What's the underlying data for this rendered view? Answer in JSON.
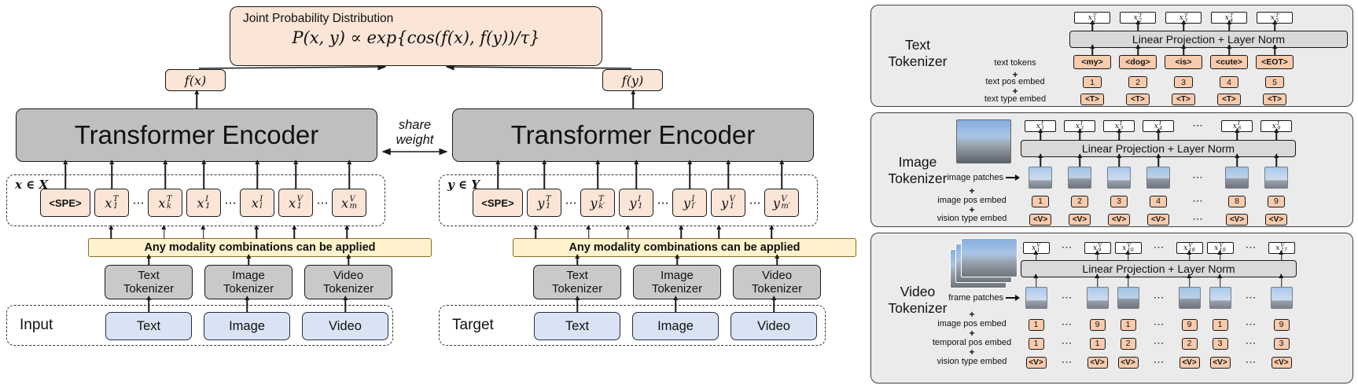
{
  "left_diagram": {
    "joint_box": {
      "title": "Joint Probability Distribution",
      "formula": "P(x, y) ∝ exp{cos(f(x), f(y))/τ}"
    },
    "fx_label": "f(x)",
    "fy_label": "f(y)",
    "encoder_label": "Transformer Encoder",
    "share_weight": {
      "line1": "share",
      "line2": "weight"
    },
    "note": "Any modality combinations can be applied",
    "tokenizer_boxes": [
      {
        "k": "tkz",
        "line1": "Text",
        "line2": "Tokenizer"
      },
      {
        "k": "tkz",
        "line1": "Image",
        "line2": "Tokenizer"
      },
      {
        "k": "tkz",
        "line1": "Video",
        "line2": "Tokenizer"
      }
    ],
    "modality_boxes": [
      {
        "k": "box",
        "t": "Text"
      },
      {
        "k": "box",
        "t": "Image"
      },
      {
        "k": "box",
        "t": "Video"
      }
    ],
    "input_stream": {
      "set_label": "x ∈ X",
      "group_label": "Input",
      "tokens": [
        {
          "k": "box",
          "t": "<SPE>"
        },
        {
          "k": "tok",
          "b": "x",
          "sp": "T",
          "sb": "1"
        },
        {
          "k": "dots",
          "t": "⋯"
        },
        {
          "k": "tok",
          "b": "x",
          "sp": "T",
          "sb": "k"
        },
        {
          "k": "tok",
          "b": "x",
          "sp": "I",
          "sb": "1"
        },
        {
          "k": "dots",
          "t": "⋯"
        },
        {
          "k": "tok",
          "b": "x",
          "sp": "I",
          "sb": "l"
        },
        {
          "k": "tok",
          "b": "x",
          "sp": "V",
          "sb": "1"
        },
        {
          "k": "dots",
          "t": "⋯"
        },
        {
          "k": "tok",
          "b": "x",
          "sp": "V",
          "sb": "m"
        }
      ]
    },
    "target_stream": {
      "set_label": "y ∈ Y",
      "group_label": "Target",
      "tokens": [
        {
          "k": "box",
          "t": "<SPE>"
        },
        {
          "k": "tok",
          "b": "y",
          "sp": "T",
          "sb": "1"
        },
        {
          "k": "dots",
          "t": "⋯"
        },
        {
          "k": "tok",
          "b": "y",
          "sp": "T",
          "sb": "k′"
        },
        {
          "k": "tok",
          "b": "y",
          "sp": "I",
          "sb": "1"
        },
        {
          "k": "dots",
          "t": "⋯"
        },
        {
          "k": "tok",
          "b": "y",
          "sp": "I",
          "sb": "l′"
        },
        {
          "k": "tok",
          "b": "y",
          "sp": "V",
          "sb": "1"
        },
        {
          "k": "dots",
          "t": "⋯"
        },
        {
          "k": "tok",
          "b": "y",
          "sp": "V",
          "sb": "m′"
        }
      ]
    }
  },
  "panels": {
    "projection_label": "Linear Projection + Layer Norm",
    "plus": "+",
    "text": {
      "name": {
        "line1": "Text",
        "line2": "Tokenizer"
      },
      "outputs": [
        {
          "k": "tok",
          "b": "x",
          "sp": "T",
          "sb": "1"
        },
        {
          "k": "tok",
          "b": "x",
          "sp": "T",
          "sb": "2"
        },
        {
          "k": "tok",
          "b": "x",
          "sp": "T",
          "sb": "3"
        },
        {
          "k": "tok",
          "b": "x",
          "sp": "T",
          "sb": "4"
        },
        {
          "k": "tok",
          "b": "x",
          "sp": "T",
          "sb": "5"
        }
      ],
      "token_row_label": "text tokens",
      "tokens": [
        {
          "k": "box",
          "t": "<my>"
        },
        {
          "k": "box",
          "t": "<dog>"
        },
        {
          "k": "box",
          "t": "<is>"
        },
        {
          "k": "box",
          "t": "<cute>"
        },
        {
          "k": "box",
          "t": "<EOT>"
        }
      ],
      "pos_row_label": "text pos embed",
      "pos": [
        {
          "k": "box",
          "t": "1"
        },
        {
          "k": "box",
          "t": "2"
        },
        {
          "k": "box",
          "t": "3"
        },
        {
          "k": "box",
          "t": "4"
        },
        {
          "k": "box",
          "t": "5"
        }
      ],
      "type_row_label": "text type embed",
      "type": [
        {
          "k": "box",
          "t": "<T>"
        },
        {
          "k": "box",
          "t": "<T>"
        },
        {
          "k": "box",
          "t": "<T>"
        },
        {
          "k": "box",
          "t": "<T>"
        },
        {
          "k": "box",
          "t": "<T>"
        }
      ]
    },
    "image": {
      "name": {
        "line1": "Image",
        "line2": "Tokenizer"
      },
      "outputs": [
        {
          "k": "tok",
          "b": "x",
          "sp": "I",
          "sb": "1"
        },
        {
          "k": "tok",
          "b": "x",
          "sp": "I",
          "sb": "2"
        },
        {
          "k": "tok",
          "b": "x",
          "sp": "I",
          "sb": "3"
        },
        {
          "k": "tok",
          "b": "x",
          "sp": "I",
          "sb": "4"
        },
        {
          "k": "dots",
          "t": "⋯"
        },
        {
          "k": "tok",
          "b": "x",
          "sp": "I",
          "sb": "8"
        },
        {
          "k": "tok",
          "b": "x",
          "sp": "I",
          "sb": "9"
        }
      ],
      "patch_row_label": "image patches",
      "patches": [
        {
          "k": "patch"
        },
        {
          "k": "patch"
        },
        {
          "k": "patch"
        },
        {
          "k": "patch"
        },
        {
          "k": "dots",
          "t": "⋯"
        },
        {
          "k": "patch"
        },
        {
          "k": "patch"
        }
      ],
      "pos_row_label": "image pos embed",
      "pos": [
        {
          "k": "box",
          "t": "1"
        },
        {
          "k": "box",
          "t": "2"
        },
        {
          "k": "box",
          "t": "3"
        },
        {
          "k": "box",
          "t": "4"
        },
        {
          "k": "dots",
          "t": "⋯"
        },
        {
          "k": "box",
          "t": "8"
        },
        {
          "k": "box",
          "t": "9"
        }
      ],
      "type_row_label": "vision type embed",
      "type": [
        {
          "k": "box",
          "t": "<V>"
        },
        {
          "k": "box",
          "t": "<V>"
        },
        {
          "k": "box",
          "t": "<V>"
        },
        {
          "k": "box",
          "t": "<V>"
        },
        {
          "k": "dots",
          "t": "⋯"
        },
        {
          "k": "box",
          "t": "<V>"
        },
        {
          "k": "box",
          "t": "<V>"
        }
      ]
    },
    "video": {
      "name": {
        "line1": "Video",
        "line2": "Tokenizer"
      },
      "outputs": [
        {
          "k": "tok",
          "b": "x",
          "sp": "V",
          "sb": "1"
        },
        {
          "k": "dots",
          "t": "⋯"
        },
        {
          "k": "tok",
          "b": "x",
          "sp": "V",
          "sb": "9"
        },
        {
          "k": "tok",
          "b": "x",
          "sp": "V",
          "sb": "10"
        },
        {
          "k": "dots",
          "t": "⋯"
        },
        {
          "k": "tok",
          "b": "x",
          "sp": "V",
          "sb": "18"
        },
        {
          "k": "tok",
          "b": "x",
          "sp": "V",
          "sb": "19"
        },
        {
          "k": "dots",
          "t": "⋯"
        },
        {
          "k": "tok",
          "b": "x",
          "sp": "V",
          "sb": "27"
        }
      ],
      "patch_row_label": "frame patches",
      "patches": [
        {
          "k": "patch"
        },
        {
          "k": "dots",
          "t": "⋯"
        },
        {
          "k": "patch"
        },
        {
          "k": "patch"
        },
        {
          "k": "dots",
          "t": "⋯"
        },
        {
          "k": "patch"
        },
        {
          "k": "patch"
        },
        {
          "k": "dots",
          "t": "⋯"
        },
        {
          "k": "patch"
        }
      ],
      "pos_row_label": "image pos embed",
      "pos": [
        {
          "k": "box",
          "t": "1"
        },
        {
          "k": "dots",
          "t": "⋯"
        },
        {
          "k": "box",
          "t": "9"
        },
        {
          "k": "box",
          "t": "1"
        },
        {
          "k": "dots",
          "t": "⋯"
        },
        {
          "k": "box",
          "t": "9"
        },
        {
          "k": "box",
          "t": "1"
        },
        {
          "k": "dots",
          "t": "⋯"
        },
        {
          "k": "box",
          "t": "9"
        }
      ],
      "temporal_row_label": "temporal pos embed",
      "temporal": [
        {
          "k": "box",
          "t": "1"
        },
        {
          "k": "dots",
          "t": "⋯"
        },
        {
          "k": "box",
          "t": "1"
        },
        {
          "k": "box",
          "t": "2"
        },
        {
          "k": "dots",
          "t": "⋯"
        },
        {
          "k": "box",
          "t": "2"
        },
        {
          "k": "box",
          "t": "3"
        },
        {
          "k": "dots",
          "t": "⋯"
        },
        {
          "k": "box",
          "t": "3"
        }
      ],
      "type_row_label": "vision type embed",
      "type": [
        {
          "k": "box",
          "t": "<V>"
        },
        {
          "k": "dots",
          "t": "⋯"
        },
        {
          "k": "box",
          "t": "<V>"
        },
        {
          "k": "box",
          "t": "<V>"
        },
        {
          "k": "dots",
          "t": "⋯"
        },
        {
          "k": "box",
          "t": "<V>"
        },
        {
          "k": "box",
          "t": "<V>"
        },
        {
          "k": "dots",
          "t": "⋯"
        },
        {
          "k": "box",
          "t": "<V>"
        }
      ]
    }
  }
}
